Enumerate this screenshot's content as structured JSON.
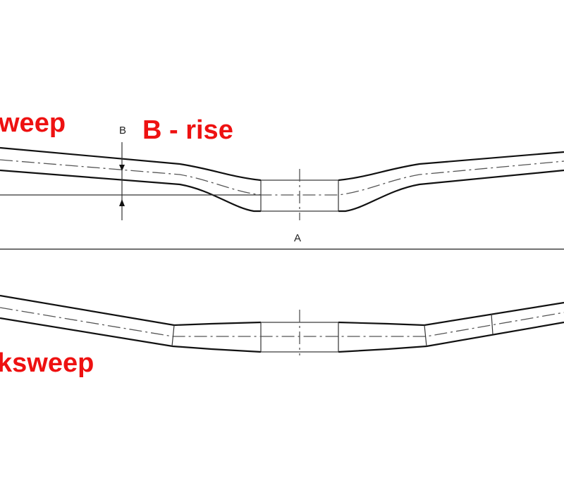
{
  "labels": {
    "upsweep": "weep",
    "rise": "B - rise",
    "backsweep": "ksweep"
  },
  "dimensions": {
    "b": "B",
    "a": "A"
  },
  "colors": {
    "label": "#ee1111",
    "line": "#111111"
  }
}
